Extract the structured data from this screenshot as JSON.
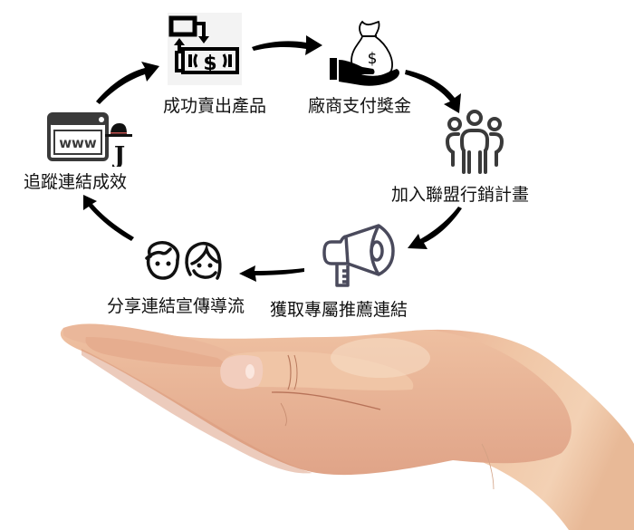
{
  "diagram": {
    "type": "cycle",
    "direction": "clockwise",
    "steps": [
      {
        "id": 1,
        "label": "成功賣出產品",
        "icon": "money-exchange-icon"
      },
      {
        "id": 2,
        "label": "廠商支付獎金",
        "icon": "money-bag-hand-icon"
      },
      {
        "id": 3,
        "label": "加入聯盟行銷計畫",
        "icon": "group-people-icon"
      },
      {
        "id": 4,
        "label": "獲取專屬推薦連結",
        "icon": "megaphone-icon"
      },
      {
        "id": 5,
        "label": "分享連結宣傳導流",
        "icon": "two-faces-icon"
      },
      {
        "id": 6,
        "label": "追蹤連結成效",
        "icon": "www-browser-icon"
      }
    ],
    "icon_text": {
      "www": "www",
      "dollar": "$",
      "hat_letter": "J"
    },
    "arrows": [
      {
        "from": 6,
        "to": 1
      },
      {
        "from": 1,
        "to": 2
      },
      {
        "from": 2,
        "to": 3
      },
      {
        "from": 3,
        "to": 4
      },
      {
        "from": 4,
        "to": 5
      },
      {
        "from": 5,
        "to": 6
      }
    ],
    "background_image": "open-palm-hand",
    "colors": {
      "icon": "#111111",
      "icon_gray": "#3a3a3a",
      "megaphone": "#4a4a5c",
      "skin_light": "#f1c9a8",
      "skin_mid": "#e3a988",
      "skin_shadow": "#c98566"
    }
  }
}
